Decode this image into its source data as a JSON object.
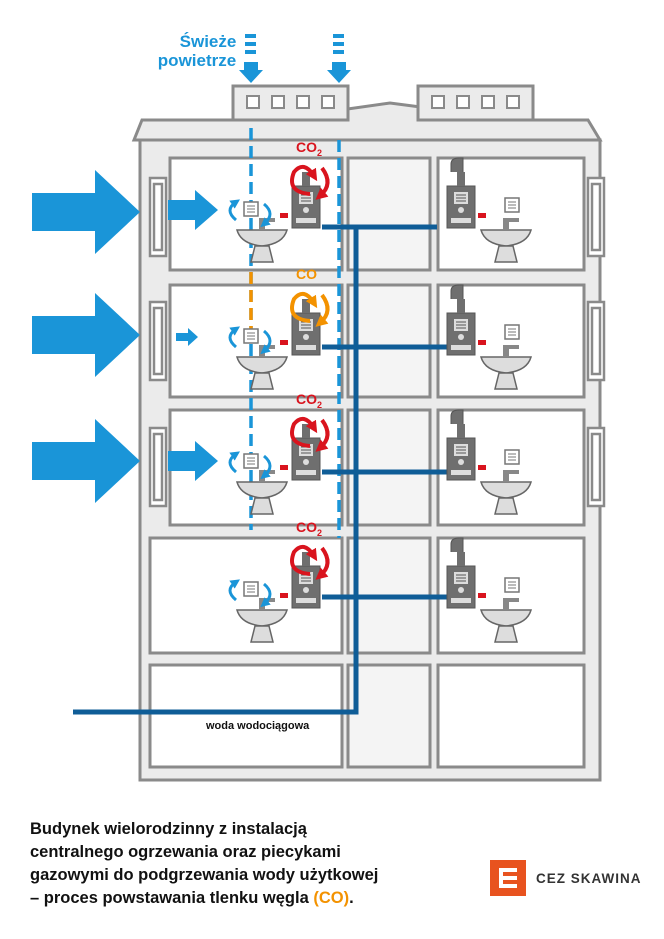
{
  "labels": {
    "fresh_air_line1": "Świeże",
    "fresh_air_line2": "powietrze",
    "co2": "CO",
    "co2_sub": "2",
    "co": "CO",
    "water": "woda wodociągowa"
  },
  "caption": {
    "line1": "Budynek wielorodzinny z instalacją",
    "line2": "centralnego ogrzewania oraz piecykami",
    "line3": "gazowymi do podgrzewania wody użytkowej",
    "line4_prefix": "– proces powstawania tlenku węgla ",
    "line4_highlight": "(CO)",
    "line4_suffix": "."
  },
  "logo": {
    "text": "CEZ SKAWINA"
  },
  "colors": {
    "outline": "#8a8a8a",
    "fill": "#ebebeb",
    "air": "#1a95d8",
    "pipe": "#0f5d97",
    "co2": "#d9141e",
    "co": "#f39200",
    "heater": "#6f6f6f",
    "brand": "#e8531f"
  },
  "floors": [
    {
      "emission": "CO2",
      "wind": "large"
    },
    {
      "emission": "CO",
      "wind": "small"
    },
    {
      "emission": "CO2",
      "wind": "large"
    },
    {
      "emission": "CO2",
      "wind": "none"
    }
  ]
}
